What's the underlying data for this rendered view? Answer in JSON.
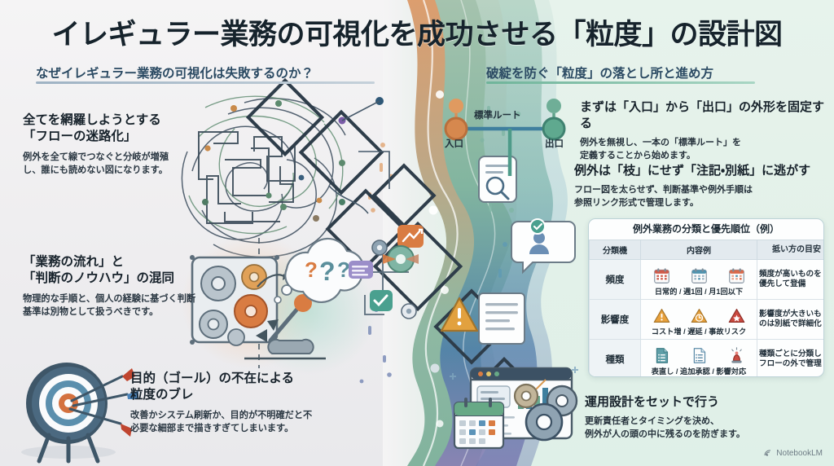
{
  "header": {
    "title": "イレギュラー業務の可視化を成功させる「粒度」の設計図",
    "subtitle_left": "なぜイレギュラー業務の可視化は失敗するのか？",
    "subtitle_right": "破綻を防ぐ「粒度」の落とし所と進め方"
  },
  "left_points": [
    {
      "heading": "全てを網羅しようとする\n「フローの迷路化」",
      "heading_line1": "全てを網羅しようとする",
      "heading_line2": "「フローの迷路化」",
      "body": "例外を全て線でつなぐと分岐が増殖し、誰にも読めない図になります。"
    },
    {
      "heading_line1": "「業務の流れ」と",
      "heading_line2": "「判断のノウハウ」の混同",
      "body": "物理的な手順と、個人の経験に基づく判断基準は別物として扱うべきです。"
    },
    {
      "heading_line1": "目的（ゴール）の不在による",
      "heading_line2": "粒度のブレ",
      "body": "改善かシステム刷新か、目的が不明確だと不必要な細部まで描きすぎてしまいます。"
    }
  ],
  "right_points": [
    {
      "heading": "まずは「入口」から「出口」の外形を固定する",
      "body_line1": "例外を無視し、一本の「標準ルート」を",
      "body_line2": "定義することから始めます。"
    },
    {
      "heading": "例外は「枝」にせず「注記・別紙」に逃がす",
      "body_line1": "フロー図を太らせず、判断基準や例外手順は",
      "body_line2": "参照リンク形式で管理します。"
    },
    {
      "heading": "運用設計をセットで行う",
      "body_line1": "更新責任者とタイミングを決め、",
      "body_line2": "例外が人の頭の中に残るのを防ぎます。"
    }
  ],
  "flow_diagram": {
    "route_label": "標準ルート",
    "entry_label": "入口",
    "exit_label": "出口"
  },
  "table": {
    "title": "例外業務の分類と優先順位（例）",
    "columns": [
      "分類機",
      "内容例",
      "抵い方の目安"
    ],
    "rows": [
      {
        "category": "頻度",
        "examples_label": "日常的 / 週1回 / 月1回以下",
        "icons": [
          "calendar-red-icon",
          "calendar-blue-icon",
          "calendar-orange-icon"
        ],
        "guidance_line1": "頻度が高いものを",
        "guidance_line2": "優先して登備"
      },
      {
        "category": "影響度",
        "examples_label": "コスト増 / 遅延 / 事故リスク",
        "icons": [
          "warning-orange-icon",
          "clock-warning-icon",
          "hazard-red-icon"
        ],
        "guidance_line1": "影響度が大きいも",
        "guidance_line2": "のは別紙で詳細化"
      },
      {
        "category": "種類",
        "examples_label": "表直し / 追加承認 / 影響対応",
        "icons": [
          "document-teal-icon",
          "document-blue-icon",
          "alarm-light-icon"
        ],
        "guidance_line1": "種類ごとに分類し",
        "guidance_line2": "フローの外で管理"
      }
    ]
  },
  "watermark": {
    "label": "NotebookLM",
    "icon": "notebooklm-icon"
  },
  "palette": {
    "title_color": "#16232c",
    "subtitle_color": "#2b4a63",
    "left_bg": "#f1f0f2",
    "right_bg": "#e3f1e9",
    "accent_orange": "#d9793f",
    "accent_teal": "#4f9a86",
    "accent_blue": "#3c6b99"
  }
}
